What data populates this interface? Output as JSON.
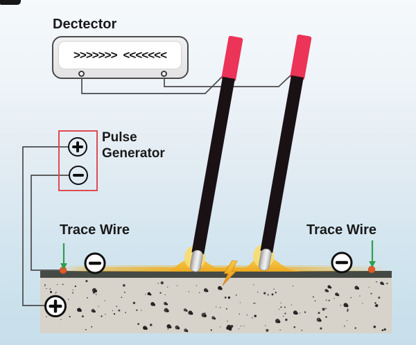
{
  "detector": {
    "title": "Dectector",
    "display_left_arrows": ">>>>>>>",
    "display_right_arrows": "<<<<<<<"
  },
  "pulse_generator": {
    "line1": "Pulse",
    "line2": "Generator",
    "plus_symbol": "+",
    "minus_symbol": "−"
  },
  "labels": {
    "trace_wire_left": "Trace Wire",
    "trace_wire_right": "Trace Wire"
  },
  "symbols": {
    "surface_charge_left": "−",
    "surface_charge_right": "−",
    "underground_charge": "+"
  },
  "icons": {
    "spark": "lightning-bolt",
    "trace_point": "orange-dot",
    "trace_pointer": "green-down-arrow"
  },
  "colors": {
    "probe_tip_pink": "#EC3358",
    "probe_body_black": "#1A1115",
    "probe_ferrule_silver": "#D6D6D6",
    "pulse_box_red": "#DE4A50",
    "trace_arrow_green": "#2E9E4F",
    "trace_dot_orange": "#E05B28",
    "soil_yellow": "#EDB02A",
    "surface_band_gray": "#454B44",
    "concrete_gray": "#D7D2CA",
    "wire_gray": "#4A4A4A",
    "background_blue": "#C8DFEB"
  }
}
